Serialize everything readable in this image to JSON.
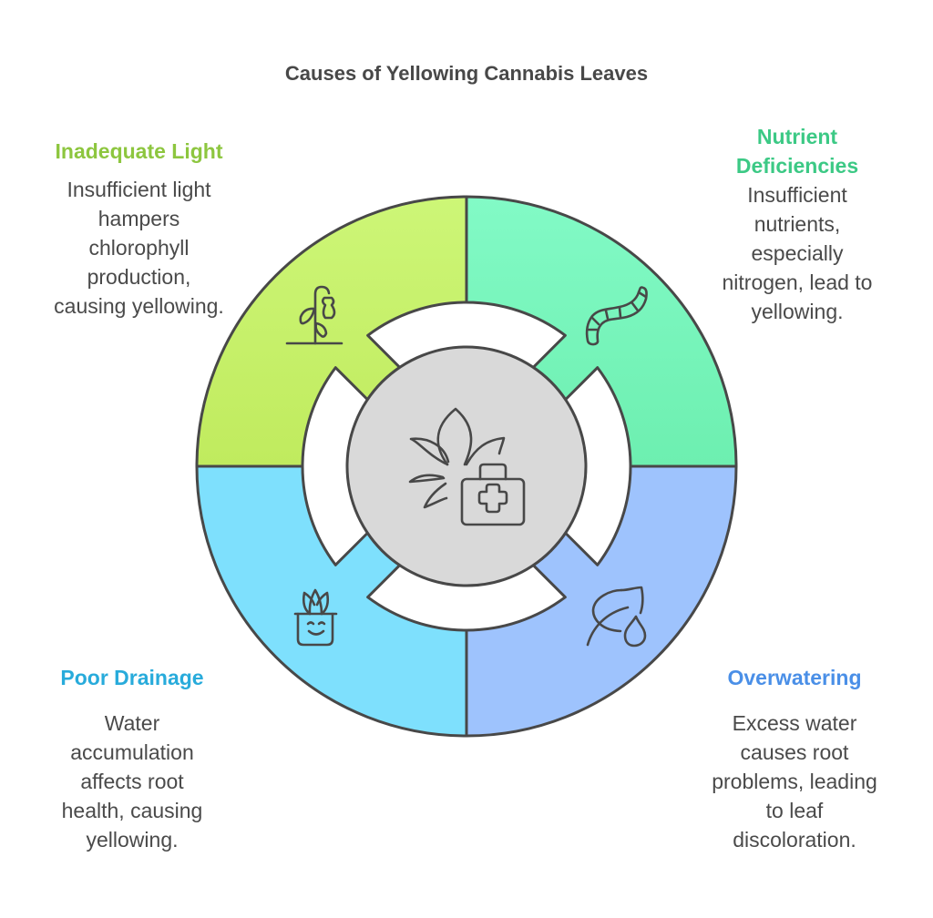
{
  "title": "Causes of Yellowing Cannabis Leaves",
  "center": {
    "icon": "cannabis-leaf-first-aid-kit-icon",
    "fill": "#D9D9D9"
  },
  "segments": [
    {
      "id": "inadequate-light",
      "heading": "Inadequate Light",
      "description": "Insufficient light hampers chlorophyll production, causing yellowing.",
      "description_lines": [
        "Insufficient light",
        "hampers",
        "chlorophyll",
        "production,",
        "causing yellowing."
      ],
      "heading_color": "#8DC63F",
      "fill_top": "#CDF677",
      "fill_bottom": "#C0EB5E",
      "icon": "wilting-plant-icon",
      "position": "top-left"
    },
    {
      "id": "nutrient-deficiencies",
      "heading": "Nutrient Deficiencies",
      "heading_lines": [
        "Nutrient",
        "Deficiencies"
      ],
      "description": "Insufficient nutrients, especially nitrogen, lead to yellowing.",
      "description_lines": [
        "Insufficient",
        "nutrients,",
        "especially",
        "nitrogen, lead to",
        "yellowing."
      ],
      "heading_color": "#3CC985",
      "fill_top": "#82FAC6",
      "fill_bottom": "#6DEFB0",
      "icon": "worm-icon",
      "position": "top-right"
    },
    {
      "id": "poor-drainage",
      "heading": "Poor Drainage",
      "description": "Water accumulation affects root health, causing yellowing.",
      "description_lines": [
        "Water",
        "accumulation",
        "affects root",
        "health, causing",
        "yellowing."
      ],
      "heading_color": "#28ABDB",
      "fill_top": "#7EE0FD",
      "fill_bottom": "#7EE0FD",
      "icon": "happy-potted-plant-icon",
      "position": "bottom-left"
    },
    {
      "id": "overwatering",
      "heading": "Overwatering",
      "description": "Excess water causes root problems, leading to leaf discoloration.",
      "description_lines": [
        "Excess water",
        "causes root",
        "problems, leading",
        "to leaf",
        "discoloration."
      ],
      "heading_color": "#4A8FE7",
      "fill_top": "#9EC3FD",
      "fill_bottom": "#9EC3FD",
      "icon": "leaf-water-drop-icon",
      "position": "bottom-right"
    }
  ],
  "stroke_color": "#484848"
}
